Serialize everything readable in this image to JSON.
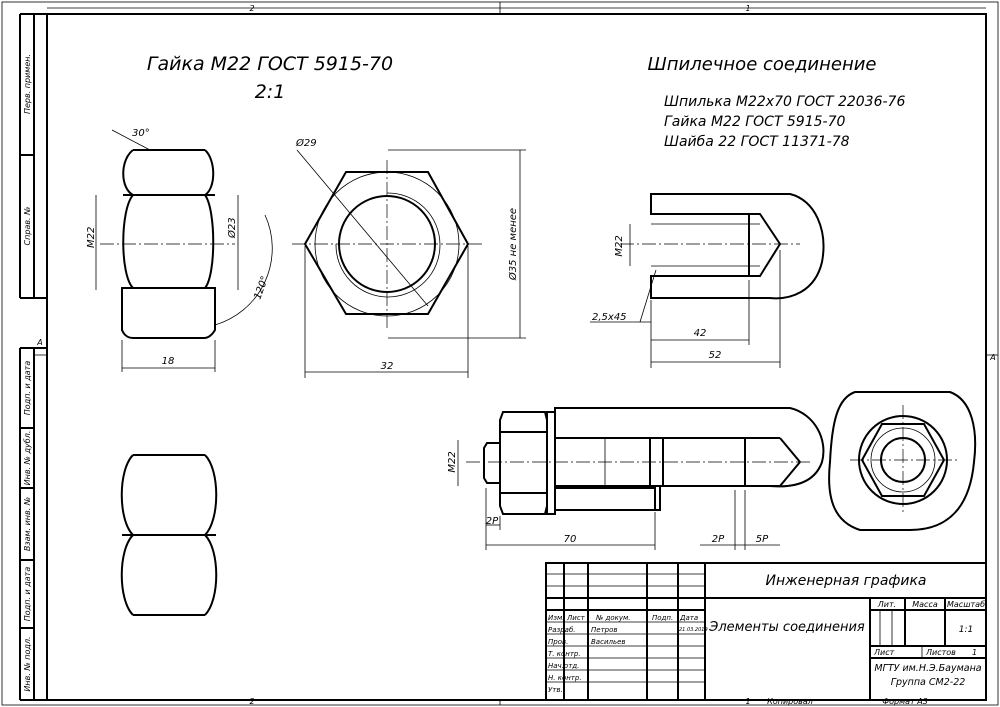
{
  "sheet": {
    "zone_top_left": "2",
    "zone_top_right": "1",
    "zone_bottom_left": "2",
    "zone_bottom_right": "1",
    "zone_side_left": "A",
    "zone_side_right": "A",
    "copied_label": "Копировал",
    "format_label": "Формат А3"
  },
  "side_strip": {
    "labels": [
      "Перв. примен.",
      "Справ. №",
      "Подп. и дата",
      "Инв. № дубл.",
      "Взам. инв. №",
      "Подп. и дата",
      "Инв. № подл."
    ]
  },
  "nut_view": {
    "title": "Гайка М22 ГОСТ 5915-70",
    "scale": "2:1",
    "dims": {
      "chamfer_angle": "30°",
      "thread": "М22",
      "inner_dia": "Ø23",
      "angle": "120°",
      "height": "18",
      "across_corners": "Ø29",
      "across_flats": "32",
      "outer_dia": "Ø35 не менее"
    }
  },
  "assembly": {
    "title": "Шпилечное соединение",
    "parts": [
      "Шпилька М22х70 ГОСТ 22036-76",
      "Гайка М22 ГОСТ 5915-70",
      "Шайба 22 ГОСТ 11371-78"
    ],
    "dims": {
      "hole_thread": "М22",
      "chamfer": "2,5х45",
      "thread_depth": "42",
      "hole_depth": "52",
      "stud_thread": "М22",
      "stud_end": "2P",
      "stud_length": "70",
      "pitch_2p": "2P",
      "pitch_5p": "5P"
    }
  },
  "title_block": {
    "discipline": "Инженерная графика",
    "document_title": "Элементы соединения",
    "headers": [
      "Изм.",
      "Лист",
      "№ докум.",
      "Подп.",
      "Дата"
    ],
    "roles": [
      "Разраб.",
      "Пров.",
      "Т. контр.",
      "Нач.отд.",
      "Н. контр.",
      "Утв."
    ],
    "names": [
      "Петров",
      "Васильев"
    ],
    "date": "21.03.2019",
    "lit_label": "Лит.",
    "mass_label": "Масса",
    "scale_label": "Масштаб",
    "scale_value": "1:1",
    "sheet_label": "Лист",
    "sheets_label": "Листов",
    "sheets_value": "1",
    "org_line1": "МГТУ им.Н.Э.Баумана",
    "org_line2": "Группа СМ2-22"
  }
}
